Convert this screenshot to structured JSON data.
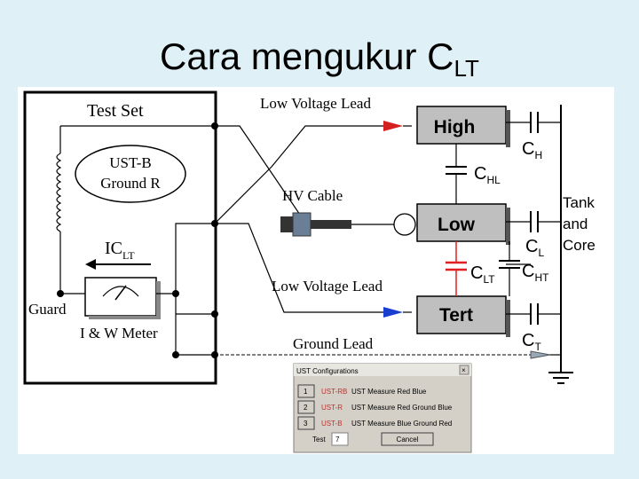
{
  "title": {
    "main": "Cara mengukur C",
    "sub": "LT"
  },
  "diagram": {
    "test_set_label": "Test Set",
    "ust_line1": "UST-B",
    "ust_line2": "Ground R",
    "ic_main": "IC",
    "ic_sub": "LT",
    "guard_label": "Guard",
    "meter_label": "I & W Meter",
    "lead_low_top": "Low Voltage Lead",
    "hv_cable": "HV Cable",
    "lead_low_bottom": "Low Voltage Lead",
    "ground_lead": "Ground Lead",
    "box_high": "High",
    "box_low": "Low",
    "box_tert": "Tert",
    "tank_line1": "Tank",
    "tank_line2": "and",
    "tank_line3": "Core",
    "caps": {
      "ch": {
        "main": "C",
        "sub": "H"
      },
      "chl": {
        "main": "C",
        "sub": "HL"
      },
      "cl": {
        "main": "C",
        "sub": "L"
      },
      "clt": {
        "main": "C",
        "sub": "LT"
      },
      "cht": {
        "main": "C",
        "sub": "HT"
      },
      "ct": {
        "main": "C",
        "sub": "T"
      }
    },
    "colors": {
      "highlight": "#e02020",
      "red_lead": "#d42020",
      "blue_lead": "#1a3fd0"
    }
  },
  "dialog": {
    "title": "UST Configurations",
    "rows": [
      {
        "button": "1",
        "code": "UST-RB",
        "desc": "UST Measure Red Blue"
      },
      {
        "button": "2",
        "code": "UST-R",
        "desc": "UST Measure Red Ground Blue"
      },
      {
        "button": "3",
        "code": "UST-B",
        "desc": "UST Measure Blue Ground Red"
      }
    ],
    "test_label": "Test",
    "test_value": "7",
    "cancel_label": "Cancel",
    "close_icon": "close-icon"
  }
}
